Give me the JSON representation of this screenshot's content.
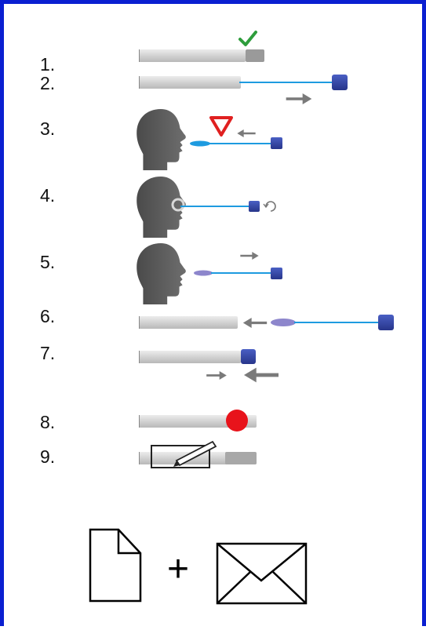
{
  "steps": [
    {
      "number": "1.",
      "description": "collection tube with cap, marked with check"
    },
    {
      "number": "2.",
      "description": "swab removed from tube"
    },
    {
      "number": "3.",
      "description": "swab inserted into nose"
    },
    {
      "number": "4.",
      "description": "swab rotated inside nostril"
    },
    {
      "number": "5.",
      "description": "swab withdrawn from nose"
    },
    {
      "number": "6.",
      "description": "swab inserted into tube"
    },
    {
      "number": "7.",
      "description": "tube closed with cap"
    },
    {
      "number": "8.",
      "description": "sealed tube with red dot"
    },
    {
      "number": "9.",
      "description": "tube labeled with pen"
    }
  ],
  "bottom": {
    "plus_sign": "+",
    "items": [
      "document",
      "envelope"
    ]
  },
  "colors": {
    "frame": "#0a1fd1",
    "tube": "#d4d4d4",
    "cap": "#3347a8",
    "swab": "#1e9be0",
    "tip": "#8d86cc",
    "head": "#5d5d5d",
    "warning": "#e02020",
    "check": "#2e9d3c",
    "seal": "#e8131b"
  }
}
